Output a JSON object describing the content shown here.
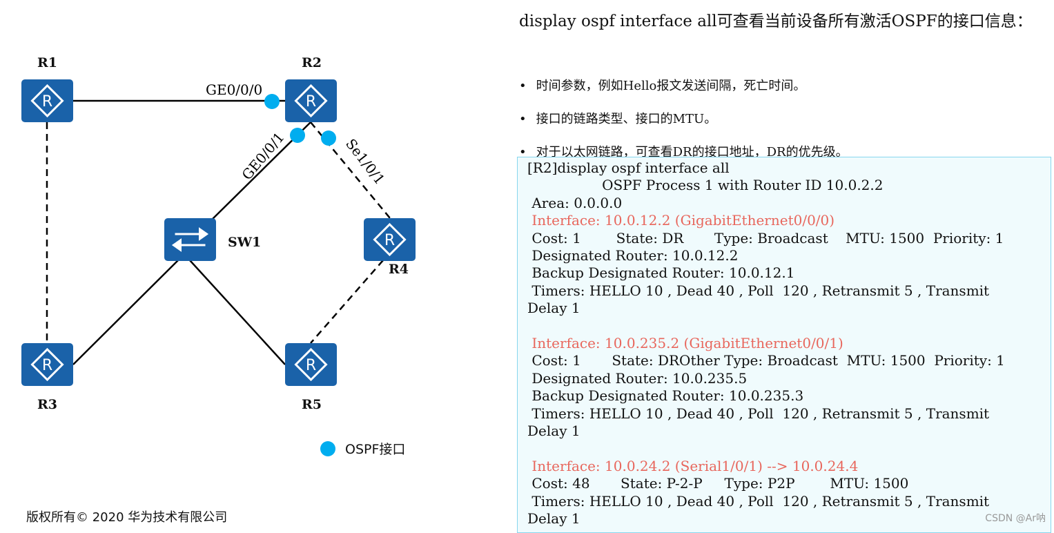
{
  "diagram": {
    "routers": {
      "r1": "R1",
      "r2": "R2",
      "r3": "R3",
      "r4": "R4",
      "r5": "R5",
      "sw1": "SW1"
    },
    "interfaces": {
      "ge000": "GE0/0/0",
      "ge001": "GE0/0/1",
      "se101": "Se1/0/1"
    },
    "legend": "OSPF接口",
    "colors": {
      "device": "#1a62a9",
      "ospf_dot": "#00adef"
    }
  },
  "heading": "display ospf interface all可查看当前设备所有激活OSPF的接口信息：",
  "bullets": [
    "时间参数，例如Hello报文发送间隔，死亡时间。",
    "接口的链路类型、接口的MTU。",
    "对于以太网链路，可查看DR的接口地址，DR的优先级。"
  ],
  "output": {
    "lines": [
      {
        "t": "[R2]display ospf interface all",
        "red": false
      },
      {
        "t": "                 OSPF Process 1 with Router ID 10.0.2.2",
        "red": false
      },
      {
        "t": " Area: 0.0.0.0",
        "red": false
      },
      {
        "t": " Interface: 10.0.12.2 (GigabitEthernet0/0/0)",
        "red": true
      },
      {
        "t": " Cost: 1        State: DR       Type: Broadcast    MTU: 1500  Priority: 1",
        "red": false
      },
      {
        "t": " Designated Router: 10.0.12.2",
        "red": false
      },
      {
        "t": " Backup Designated Router: 10.0.12.1",
        "red": false
      },
      {
        "t": " Timers: HELLO 10 , Dead 40 , Poll  120 , Retransmit 5 , Transmit",
        "red": false
      },
      {
        "t": "Delay 1",
        "red": false
      },
      {
        "t": " ",
        "red": false
      },
      {
        "t": " Interface: 10.0.235.2 (GigabitEthernet0/0/1)",
        "red": true
      },
      {
        "t": " Cost: 1       State: DROther Type: Broadcast  MTU: 1500  Priority: 1",
        "red": false
      },
      {
        "t": " Designated Router: 10.0.235.5",
        "red": false
      },
      {
        "t": " Backup Designated Router: 10.0.235.3",
        "red": false
      },
      {
        "t": " Timers: HELLO 10 , Dead 40 , Poll  120 , Retransmit 5 , Transmit",
        "red": false
      },
      {
        "t": "Delay 1",
        "red": false
      },
      {
        "t": " ",
        "red": false
      },
      {
        "t": " Interface: 10.0.24.2 (Serial1/0/1) --> 10.0.24.4",
        "red": true
      },
      {
        "t": " Cost: 48       State: P-2-P     Type: P2P        MTU: 1500",
        "red": false
      },
      {
        "t": " Timers: HELLO 10 , Dead 40 , Poll  120 , Retransmit 5 , Transmit",
        "red": false
      },
      {
        "t": "Delay 1",
        "red": false
      }
    ]
  },
  "copyright": "版权所有© 2020 华为技术有限公司",
  "watermark": "CSDN @Ar呐"
}
